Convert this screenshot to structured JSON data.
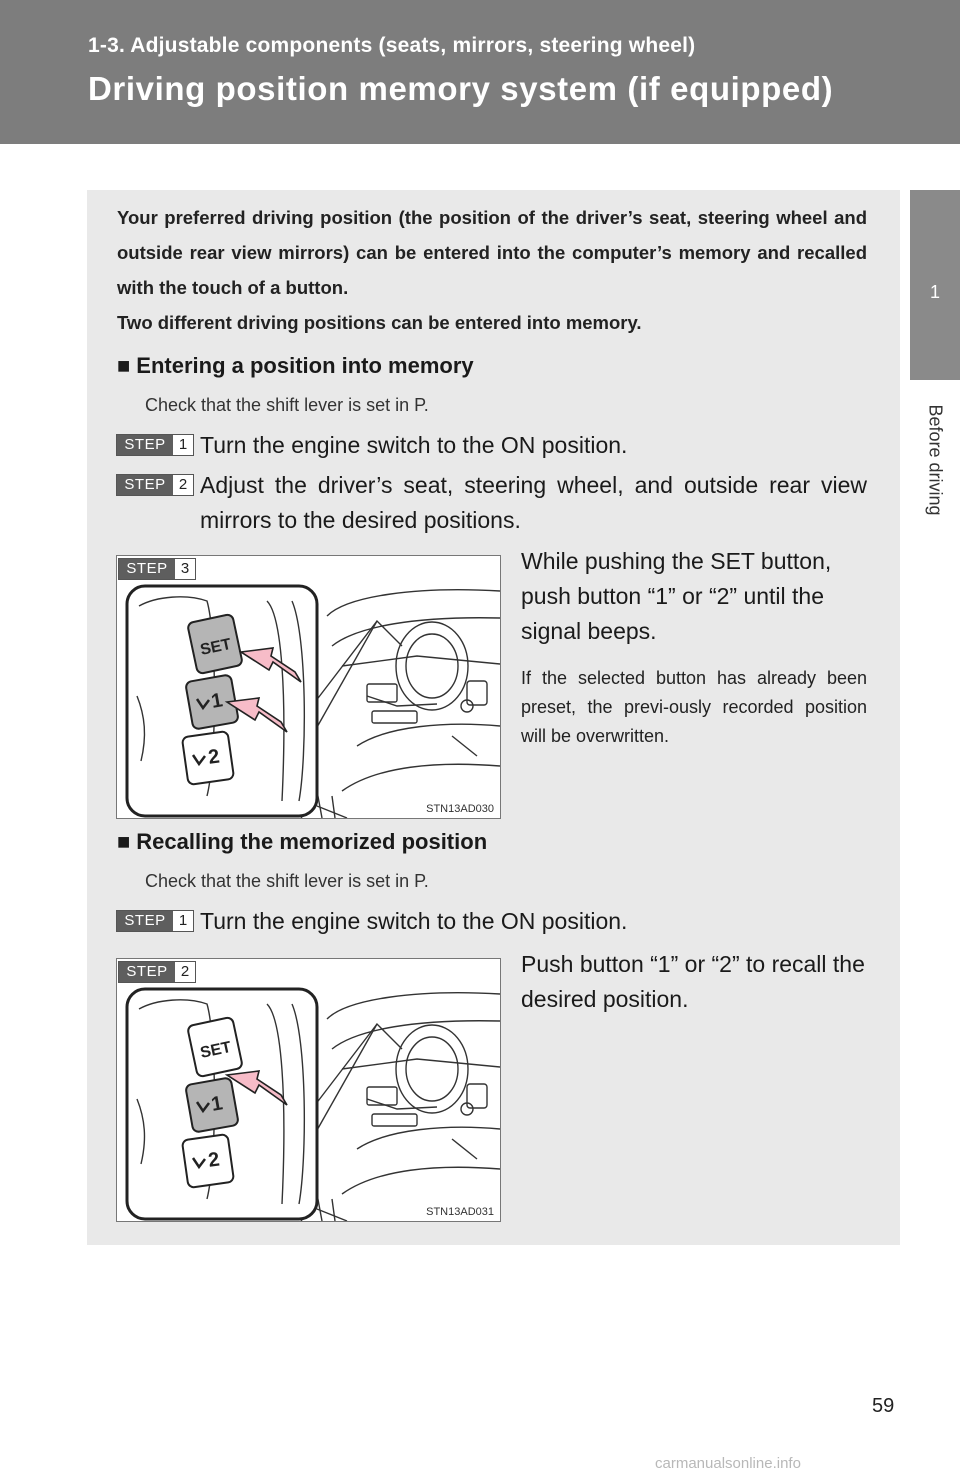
{
  "header": {
    "section": "1-3. Adjustable components (seats, mirrors, steering wheel)",
    "title": "Driving position memory system (if equipped)"
  },
  "side_tab": {
    "chapter_number": "1",
    "chapter_label": "Before driving"
  },
  "intro": {
    "paragraph1": "Your preferred driving position (the position of the driver’s seat, steering wheel and outside rear view mirrors) can be entered into the computer’s memory and recalled with the touch of a button.",
    "paragraph2": "Two different driving positions can be entered into memory."
  },
  "section1": {
    "marker": "■",
    "heading": "Entering a position into memory",
    "note": "Check that the shift lever is set in P.",
    "steps": [
      {
        "badge": "STEP",
        "number": "1",
        "text": "Turn the engine switch to the ON position."
      },
      {
        "badge": "STEP",
        "number": "2",
        "text": "Adjust the driver’s seat, steering wheel, and outside rear view mirrors to the desired positions."
      },
      {
        "badge": "STEP",
        "number": "3",
        "text": "While pushing the SET button, push button “1” or “2” until the signal beeps.",
        "note": "If the selected button has already been preset, the previ-ously recorded position will be overwritten."
      }
    ],
    "figure": {
      "code": "STN13AD030",
      "buttons": [
        "SET",
        "1",
        "2"
      ]
    }
  },
  "section2": {
    "marker": "■",
    "heading": "Recalling the memorized position",
    "note": "Check that the shift lever is set in P.",
    "steps": [
      {
        "badge": "STEP",
        "number": "1",
        "text": "Turn the engine switch to the ON position."
      },
      {
        "badge": "STEP",
        "number": "2",
        "text": "Push button “1” or “2” to recall the desired position."
      }
    ],
    "figure": {
      "code": "STN13AD031",
      "buttons": [
        "SET",
        "1",
        "2"
      ]
    }
  },
  "page_number": "59",
  "footer": {
    "url": "carmanualsonline.info"
  }
}
